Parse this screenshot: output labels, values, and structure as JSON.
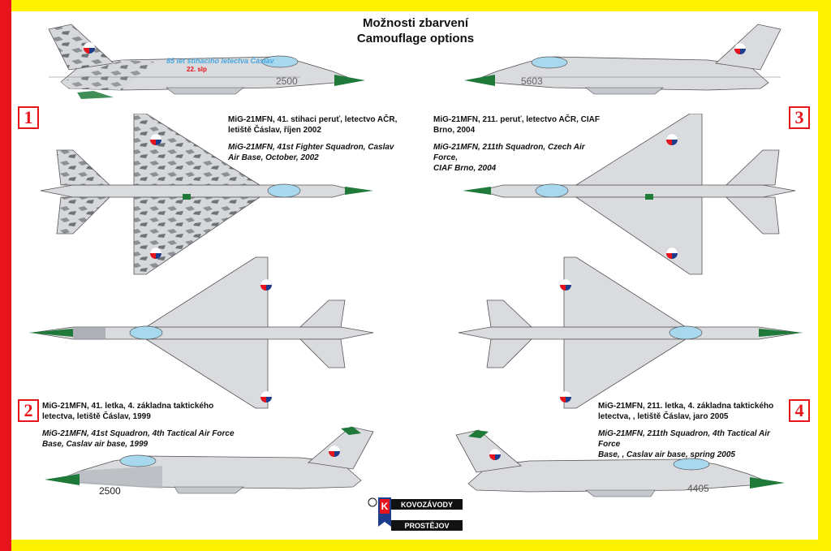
{
  "title_cz": "Možnosti zbarvení",
  "title_en": "Camouflage options",
  "options": [
    {
      "number": "1",
      "cz_line1": "MiG-21MFN, 41. stihaci peruť, letectvo AČR,",
      "cz_line2": "letiště Čáslav, říjen  2002",
      "en_line1": "MiG-21MFN, 41st Fighter Squadron, Caslav",
      "en_line2": "Air Base, October, 2002",
      "side_number": "2500",
      "nose_text": "85 let stihaciho letectva Čáslav",
      "unit_text": "22. slp"
    },
    {
      "number": "2",
      "cz_line1": "MiG-21MFN, 41. letka, 4. základna taktického",
      "cz_line2": "letectva, letiště Čáslav, 1999",
      "en_line1": "MiG-21MFN, 41st Squadron, 4th Tactical Air Force",
      "en_line2": "Base,  Caslav air base, 1999",
      "side_number": "2500"
    },
    {
      "number": "3",
      "cz_line1": "MiG-21MFN, 211. peruť, letectvo AČR, CIAF",
      "cz_line2": "Brno, 2004",
      "en_line1": "MiG-21MFN, 211th Squadron, Czech Air Force,",
      "en_line2": "CIAF Brno, 2004",
      "side_number": "5603"
    },
    {
      "number": "4",
      "cz_line1": "MiG-21MFN, 211. letka, 4. základna taktického",
      "cz_line2": "letectva, , letiště Čáslav, jaro 2005",
      "en_line1": "MiG-21MFN, 211th Squadron, 4th Tactical Air Force",
      "en_line2": "Base, , Caslav air base, spring 2005",
      "side_number": "4405"
    }
  ],
  "logo": {
    "top": "KOVOZÁVODY",
    "bottom": "PROSTĚJOV",
    "mark": "K"
  },
  "colors": {
    "frame_yellow": "#fff200",
    "frame_red": "#e8141b",
    "aircraft_grey": "#d9dbde",
    "nose_green": "#1f7a3a",
    "canopy": "#a8d8ee"
  }
}
